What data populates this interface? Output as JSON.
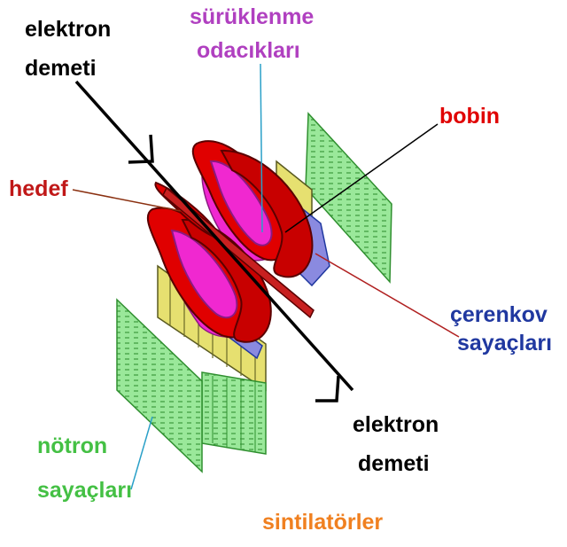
{
  "labels": {
    "electron_beam_top": [
      "elektron",
      "demeti"
    ],
    "drift_chambers": [
      "sürüklenme",
      "odacıkları"
    ],
    "coil": "bobin",
    "target": "hedef",
    "cherenkov_counters": [
      "çerenkov",
      "sayaçları"
    ],
    "electron_beam_bottom": [
      "elektron",
      "demeti"
    ],
    "neutron_counters": [
      "nötron",
      "sayaçları"
    ],
    "scintillators": "sintilatörler"
  },
  "colors": {
    "electron_beam": "#000000",
    "drift_chambers": "#b040c0",
    "coil": "#e00000",
    "target": "#c01818",
    "cherenkov": "#2038a0",
    "neutron": "#44c044",
    "scintillator": "#f08020",
    "drift_fill": "#f028d0",
    "scint_fill": "#e6e070",
    "cherenkov_fill": "#8a8ae0",
    "counter_fill": "#9ae89a"
  }
}
